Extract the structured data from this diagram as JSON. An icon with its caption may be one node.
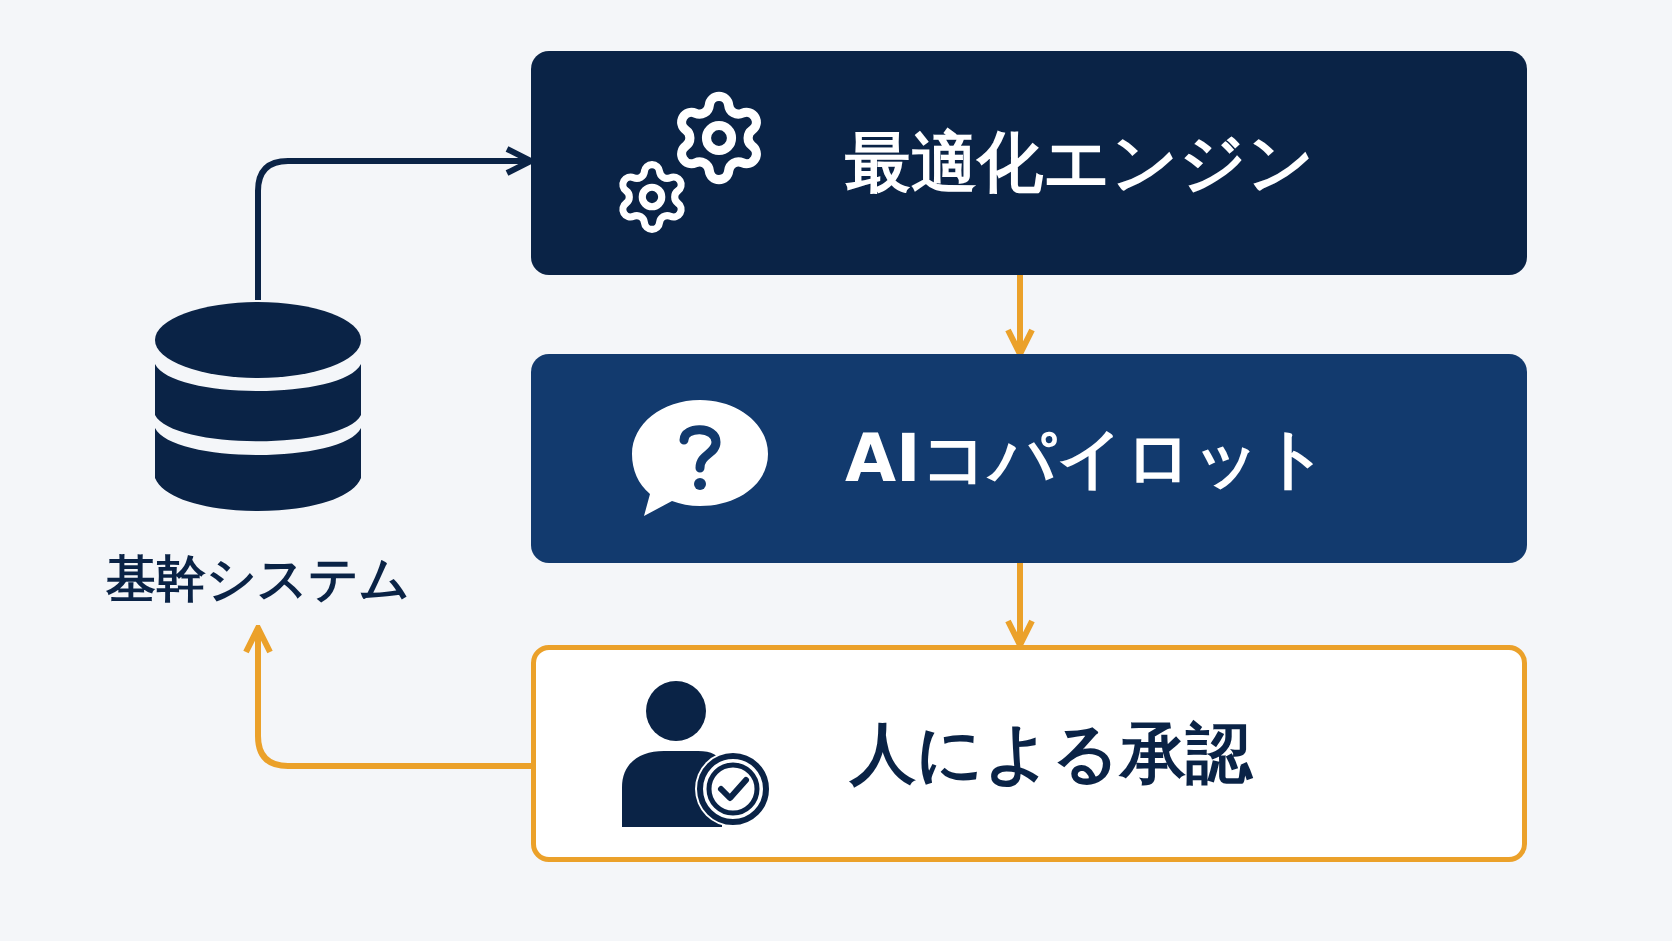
{
  "diagram": {
    "nodes": [
      {
        "text": [
          "基幹システム"
        ]
      },
      {
        "text": [
          "最適化エンジン"
        ]
      },
      {
        "text": [
          "AIコパイロット"
        ]
      },
      {
        "text": [
          "人による承認"
        ]
      }
    ],
    "edges": [
      {
        "from": 0,
        "to": 1,
        "arrow": "to",
        "color": "#0a2346"
      },
      {
        "from": 1,
        "to": 2,
        "arrow": "to"
      },
      {
        "from": 2,
        "to": 3,
        "arrow": "to"
      },
      {
        "from": 3,
        "to": 0,
        "arrow": "to"
      }
    ]
  }
}
